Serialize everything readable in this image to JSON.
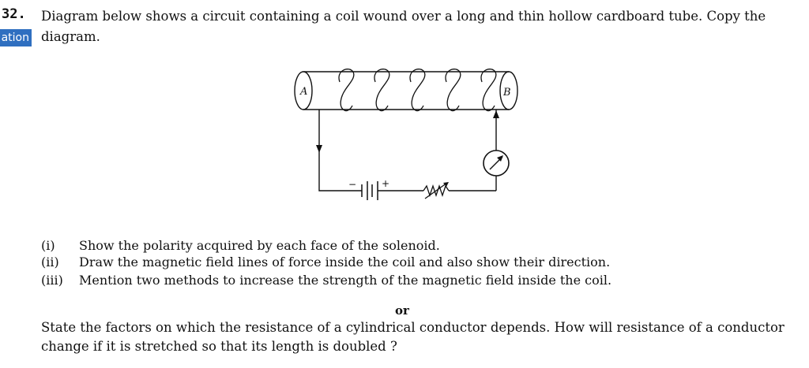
{
  "question": {
    "number": "32.",
    "tag": "ation",
    "intro_line1": "Diagram below shows a circuit containing a coil wound over a long and thin hollow cardboard tube. Copy the",
    "intro_line2": "diagram."
  },
  "diagram": {
    "face_a_label": "A",
    "face_b_label": "B",
    "battery_negative": "−",
    "battery_positive": "+"
  },
  "sub_questions": [
    {
      "num": "(i)",
      "text": "Show the polarity acquired by each face of the solenoid."
    },
    {
      "num": "(ii)",
      "text": "Draw the magnetic field lines of force inside the coil and also show their direction."
    },
    {
      "num": "(iii)",
      "text": "Mention two methods to increase the strength of the magnetic field inside the coil."
    }
  ],
  "or_label": "or",
  "alternative": {
    "line1": "State the factors on which the resistance of a cylindrical conductor depends. How will resistance of a conductor",
    "line2": "change if it is stretched so that its length is doubled ?"
  }
}
